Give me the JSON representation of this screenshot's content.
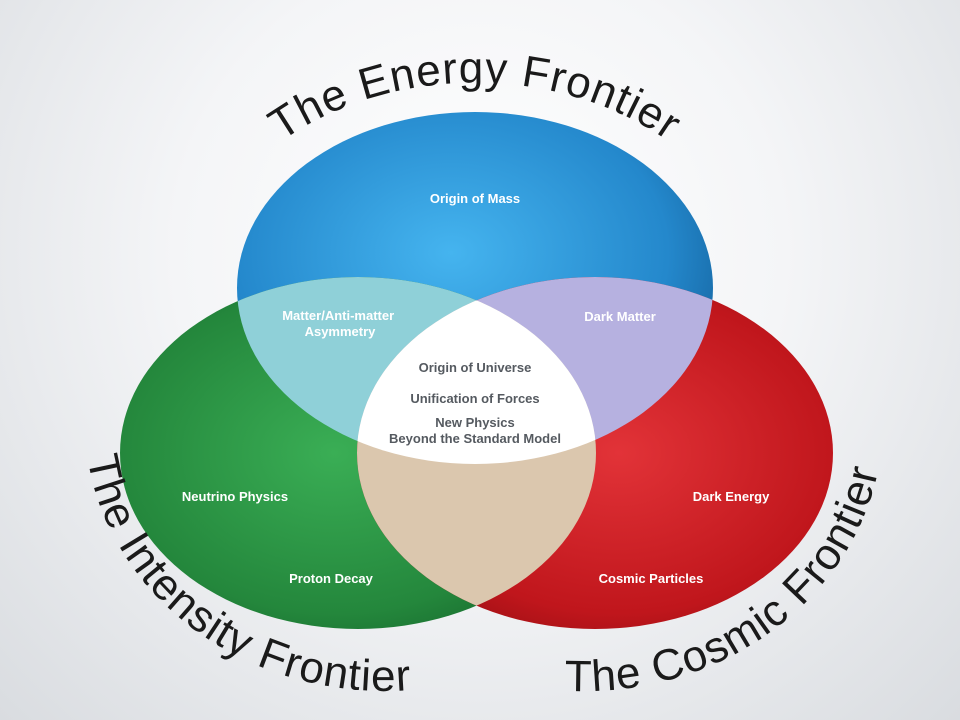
{
  "frontiers": {
    "energy": {
      "title": "The Energy Frontier",
      "color": "#2f93d6"
    },
    "intensity": {
      "title": "The Intensity Frontier",
      "color": "#2e9a45"
    },
    "cosmic": {
      "title": "The Cosmic Frontier",
      "color": "#d21d22"
    }
  },
  "regions": {
    "energy_only": [
      "Origin of Mass"
    ],
    "energy_intensity": [
      "Matter/Anti-matter",
      "Asymmetry"
    ],
    "energy_cosmic": [
      "Dark Matter"
    ],
    "intensity_only_1": [
      "Neutrino Physics"
    ],
    "intensity_only_2": [
      "Proton Decay"
    ],
    "cosmic_only_1": [
      "Dark Energy"
    ],
    "cosmic_only_2": [
      "Cosmic Particles"
    ]
  },
  "center": {
    "line1": "Origin of Universe",
    "line2": "Unification of Forces",
    "line3": "New Physics",
    "line4": "Beyond the Standard Model"
  },
  "overlap_colors": {
    "energy_intensity": "#8fd0d8",
    "energy_cosmic": "#b6b1e0",
    "intensity_cosmic": "#dbc7ae",
    "center": "#ffffff"
  }
}
